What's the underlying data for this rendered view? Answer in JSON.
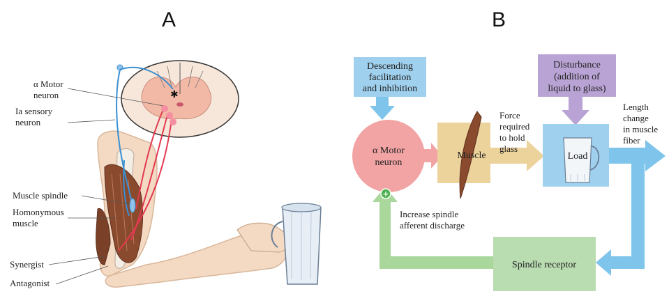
{
  "panel_a": {
    "letter": "A",
    "labels": {
      "alpha_motor_line1": "α Motor",
      "alpha_motor_line2": "neuron",
      "ia_sensory_line1": "Ia sensory",
      "ia_sensory_line2": "neuron",
      "muscle_spindle": "Muscle spindle",
      "homonymous_line1": "Homonymous",
      "homonymous_line2": "muscle",
      "synergist": "Synergist",
      "antagonist": "Antagonist"
    }
  },
  "panel_b": {
    "letter": "B",
    "descending_line1": "Descending",
    "descending_line2": "facilitation",
    "descending_line3": "and inhibition",
    "disturbance_line1": "Disturbance",
    "disturbance_line2": "(addition of",
    "disturbance_line3": "liquid to glass)",
    "motor_line1": "α Motor",
    "motor_line2": "neuron",
    "muscle": "Muscle",
    "force_line1": "Force",
    "force_line2": "required",
    "force_line3": "to hold",
    "force_line4": "glass",
    "load": "Load",
    "length_line1": "Length",
    "length_line2": "change",
    "length_line3": "in muscle",
    "length_line4": "fiber",
    "spindle_line1": "Increase spindle",
    "spindle_line2": "afferent discharge",
    "spindle_receptor": "Spindle receptor",
    "plus_sign": "+"
  },
  "colors": {
    "blue_box": "#9fd0ee",
    "purple_box": "#b9a3d4",
    "pink_circle": "#f2a3a3",
    "tan_box": "#ecd29b",
    "green_box": "#b9dcb0",
    "arrow_blue": "#7fc4ea",
    "arrow_tan": "#ecd29b",
    "arrow_green": "#a9d79c",
    "muscle_brown": "#8a4a2e",
    "nerve_red": "#e23a4f",
    "nerve_blue": "#3a8fd1"
  }
}
